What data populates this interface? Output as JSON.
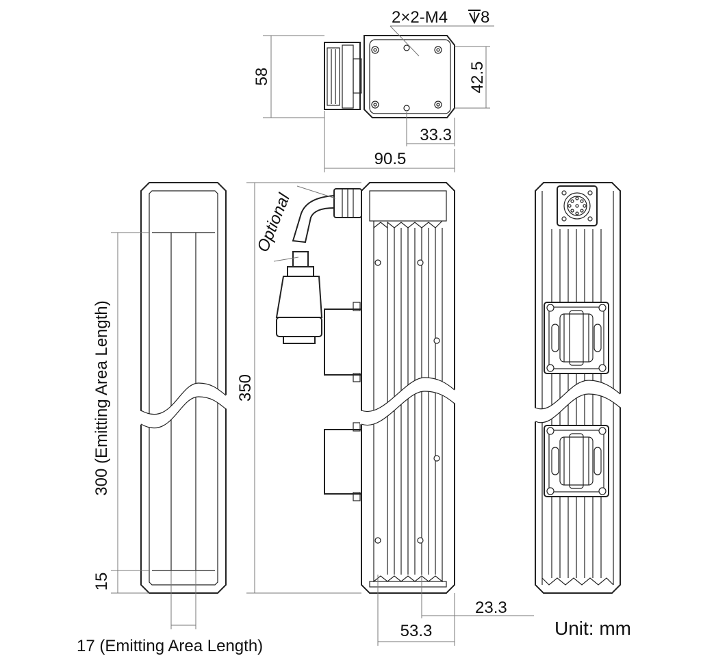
{
  "labels": {
    "thread_spec": "2×2-M4",
    "thread_depth": "8",
    "height_58": "58",
    "height_42_5": "42.5",
    "offset_33_3": "33.3",
    "width_90_5": "90.5",
    "optional": "Optional",
    "length_350": "350",
    "emitting_length_300": "300 (Emitting Area Length)",
    "end_15": "15",
    "emitting_width_17": "17 (Emitting Area Length)",
    "offset_23_3": "23.3",
    "offset_53_3": "53.3",
    "unit": "Unit: mm"
  },
  "icons": {
    "depth_symbol": "counterbore-depth-icon"
  }
}
